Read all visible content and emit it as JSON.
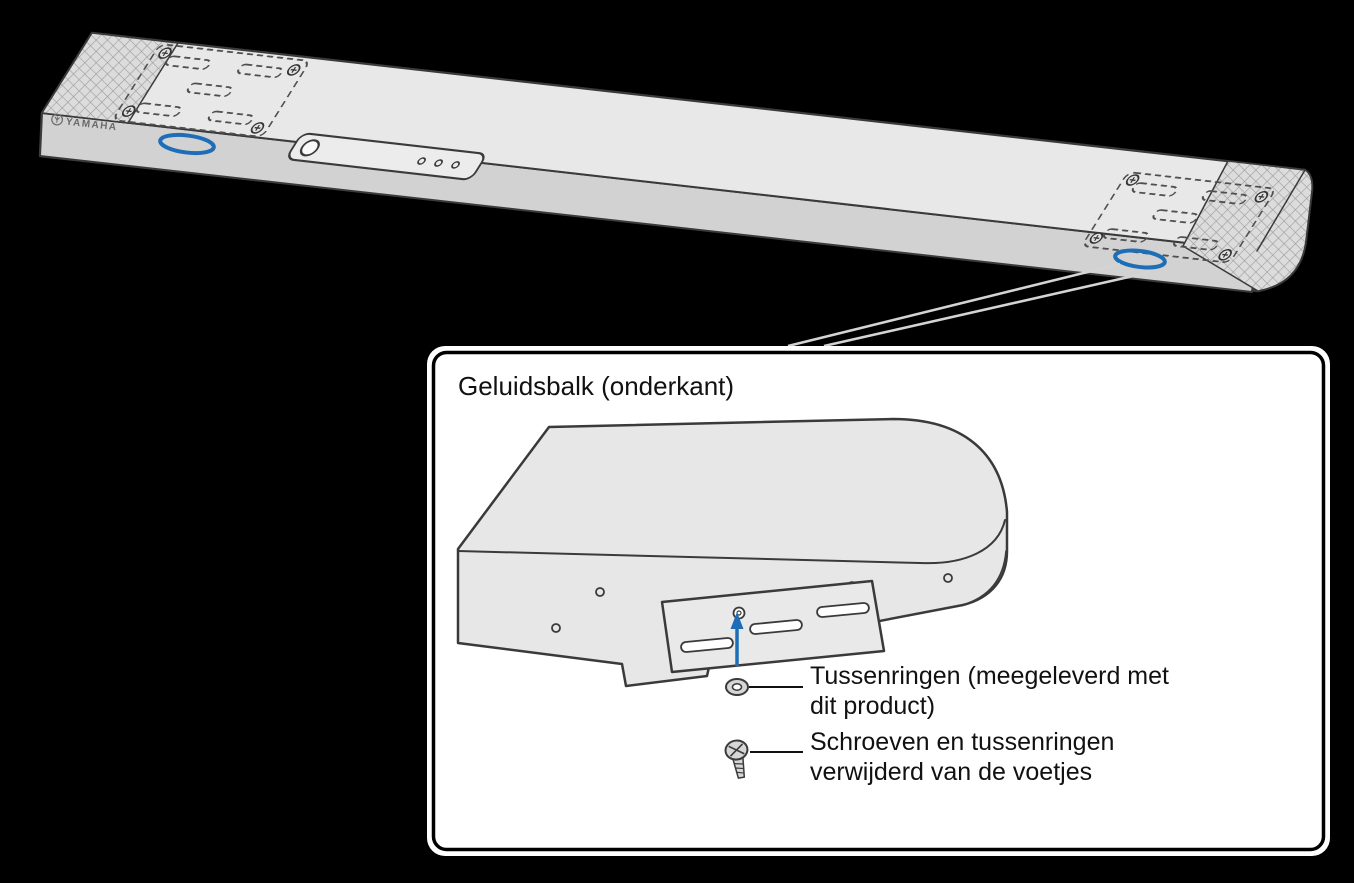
{
  "figure": {
    "type": "soundbar-wall-mount-instruction-diagram",
    "language": "nl"
  },
  "colors": {
    "background": "#000000",
    "body_light": "#e8e8e8",
    "body_mid": "#e3e3e3",
    "body_dark": "#d2d2d2",
    "outline": "#3a3a3a",
    "accent_blue": "#1d6eb7",
    "callout_bg": "#ffffff",
    "callout_border": "#000000",
    "pointer_line": "#d4d4d4"
  },
  "soundbar": {
    "brand": "YAMAHA",
    "highlight_left": "foot-screw-position-left",
    "highlight_right": "foot-screw-position-right"
  },
  "callout": {
    "title": "Geluidsbalk (onderkant)",
    "labels": {
      "washer": {
        "line1": "Tussenringen (meegeleverd met",
        "line2": "dit product)"
      },
      "screw": {
        "line1": "Schroeven en tussenringen",
        "line2": "verwijderd van de voetjes"
      }
    }
  },
  "icons": {
    "yamaha_logo": "yamaha-logo-icon",
    "screw_head": "screw-head-icon",
    "washer": "washer-icon",
    "screw": "screw-icon",
    "arrow_up": "arrow-up-icon"
  }
}
